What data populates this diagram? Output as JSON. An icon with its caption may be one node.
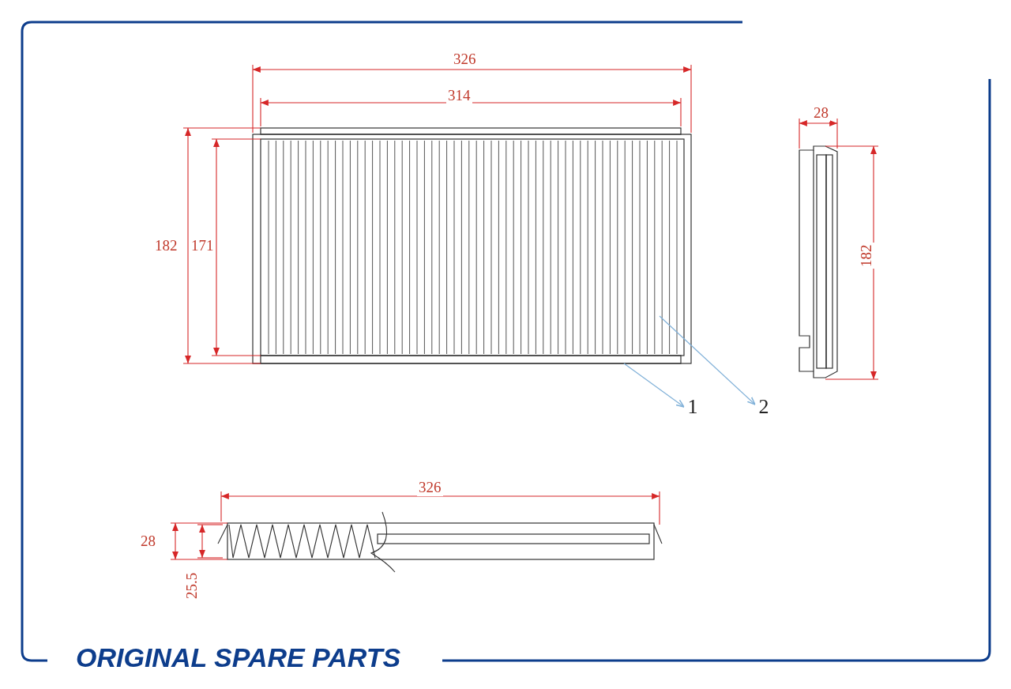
{
  "diagram": {
    "nodes": [
      {
        "text": [],
        "shape": "box"
      },
      {
        "text": [],
        "shape": "box",
        "in": 0
      },
      {
        "text": [
          "1"
        ]
      },
      {
        "text": [
          "2"
        ]
      }
    ],
    "edges": [
      {
        "from": 0,
        "to": 2,
        "arrow": "to"
      },
      {
        "from": 1,
        "to": 3,
        "arrow": "to"
      }
    ],
    "labels": [
      "326",
      "314",
      "182",
      "171",
      "28",
      "182",
      "326",
      "28",
      "25.5",
      "ORIGINAL SPARE PARTS"
    ]
  }
}
